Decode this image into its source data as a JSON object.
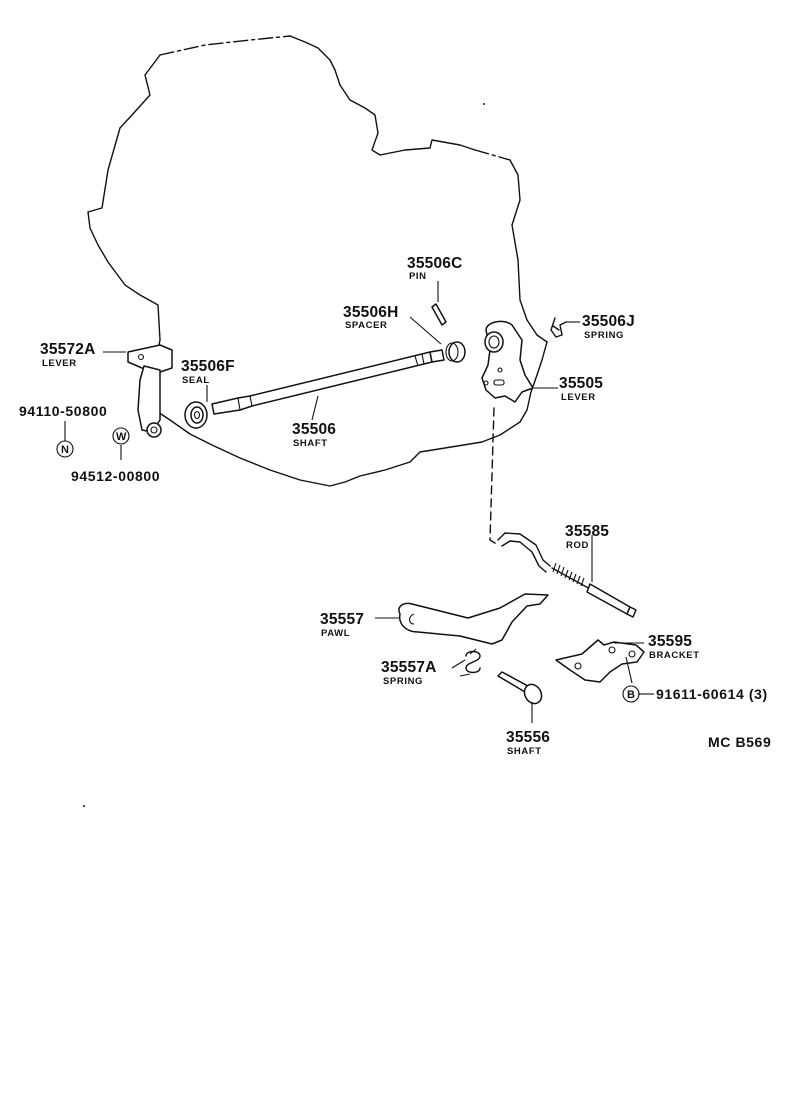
{
  "diagram": {
    "code": "MC  B569",
    "parts": {
      "p35572A": {
        "number": "35572A",
        "name": "LEVER"
      },
      "p94110": {
        "number": "94110-50800",
        "marker": "N"
      },
      "p94512": {
        "number": "94512-00800",
        "marker": "W"
      },
      "p35506F": {
        "number": "35506F",
        "name": "SEAL"
      },
      "p35506": {
        "number": "35506",
        "name": "SHAFT"
      },
      "p35506H": {
        "number": "35506H",
        "name": "SPACER"
      },
      "p35506C": {
        "number": "35506C",
        "name": "PIN"
      },
      "p35506J": {
        "number": "35506J",
        "name": "SPRING"
      },
      "p35505": {
        "number": "35505",
        "name": "LEVER"
      },
      "p35585": {
        "number": "35585",
        "name": "ROD"
      },
      "p35557": {
        "number": "35557",
        "name": "PAWL"
      },
      "p35557A": {
        "number": "35557A",
        "name": "SPRING"
      },
      "p35595": {
        "number": "35595",
        "name": "BRACKET"
      },
      "p91611": {
        "number": "91611-60614 (3)",
        "marker": "B"
      },
      "p35556": {
        "number": "35556",
        "name": "SHAFT"
      }
    }
  }
}
